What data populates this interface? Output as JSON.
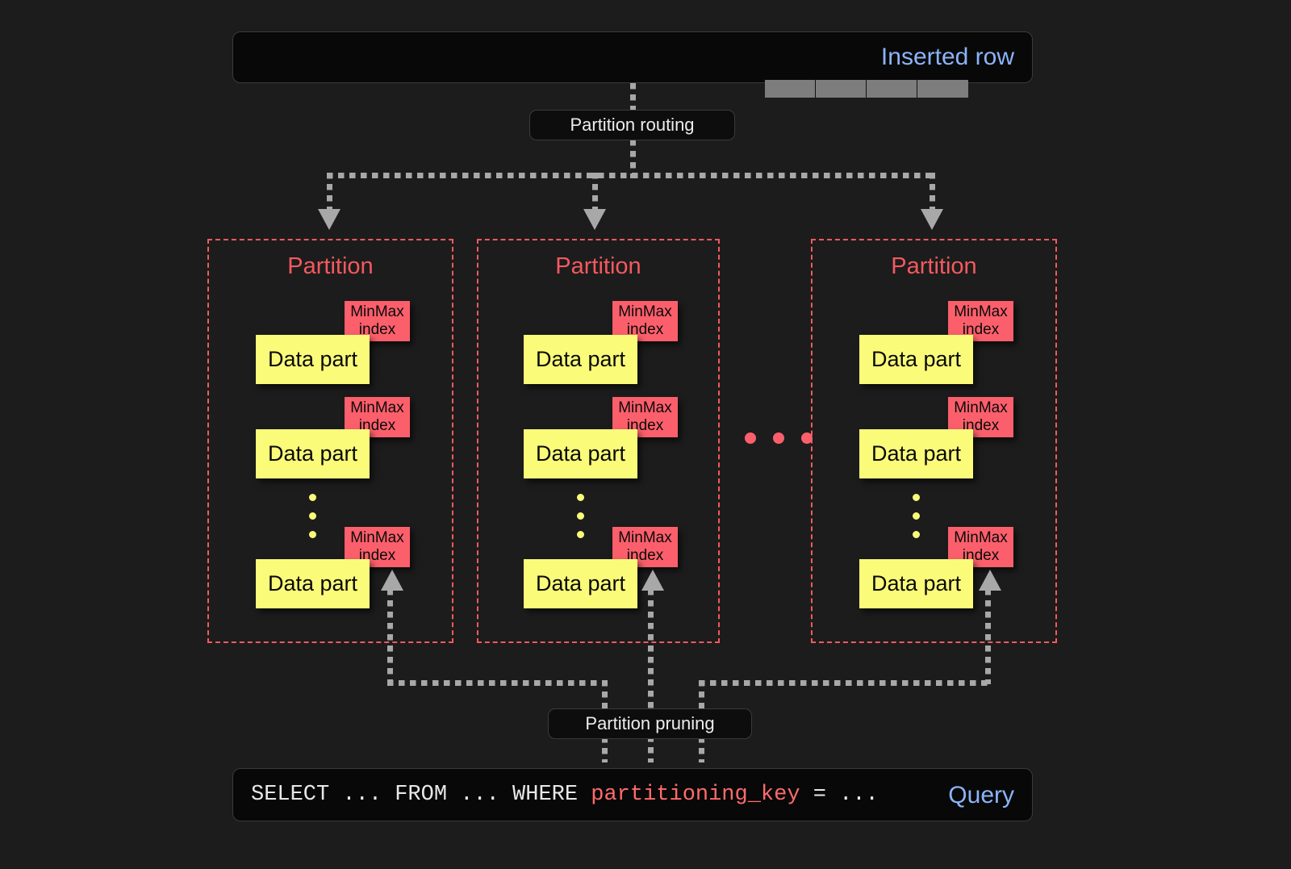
{
  "inserted_row": {
    "label": "Inserted row",
    "label_color": "#8ab4f8",
    "cell_count": 4,
    "cell_color": "#7d7d7d"
  },
  "routing": {
    "label": "Partition routing"
  },
  "pruning": {
    "label": "Partition pruning"
  },
  "partitions": [
    {
      "title": "Partition",
      "parts": [
        {
          "part_label": "Data part",
          "index_label_line1": "MinMax",
          "index_label_line2": "index"
        },
        {
          "part_label": "Data part",
          "index_label_line1": "MinMax",
          "index_label_line2": "index"
        },
        {
          "part_label": "Data part",
          "index_label_line1": "MinMax",
          "index_label_line2": "index"
        }
      ]
    },
    {
      "title": "Partition",
      "parts": [
        {
          "part_label": "Data part",
          "index_label_line1": "MinMax",
          "index_label_line2": "index"
        },
        {
          "part_label": "Data part",
          "index_label_line1": "MinMax",
          "index_label_line2": "index"
        },
        {
          "part_label": "Data part",
          "index_label_line1": "MinMax",
          "index_label_line2": "index"
        }
      ]
    },
    {
      "title": "Partition",
      "parts": [
        {
          "part_label": "Data part",
          "index_label_line1": "MinMax",
          "index_label_line2": "index"
        },
        {
          "part_label": "Data part",
          "index_label_line1": "MinMax",
          "index_label_line2": "index"
        },
        {
          "part_label": "Data part",
          "index_label_line1": "MinMax",
          "index_label_line2": "index"
        }
      ]
    }
  ],
  "query": {
    "label": "Query",
    "label_color": "#8ab4f8",
    "text_prefix": "SELECT ... FROM ... WHERE ",
    "keyword": "partitioning_key",
    "text_suffix": " = ..."
  },
  "colors": {
    "background": "#1c1c1c",
    "partition_border": "#f4595f",
    "data_part": "#fbfb7a",
    "minmax_index": "#fb5f6b",
    "connector": "#a8a8a8",
    "accent_blue": "#8ab4f8"
  },
  "ellipsis": {
    "vertical_dot_count": 3,
    "horizontal_dot_count": 3
  }
}
